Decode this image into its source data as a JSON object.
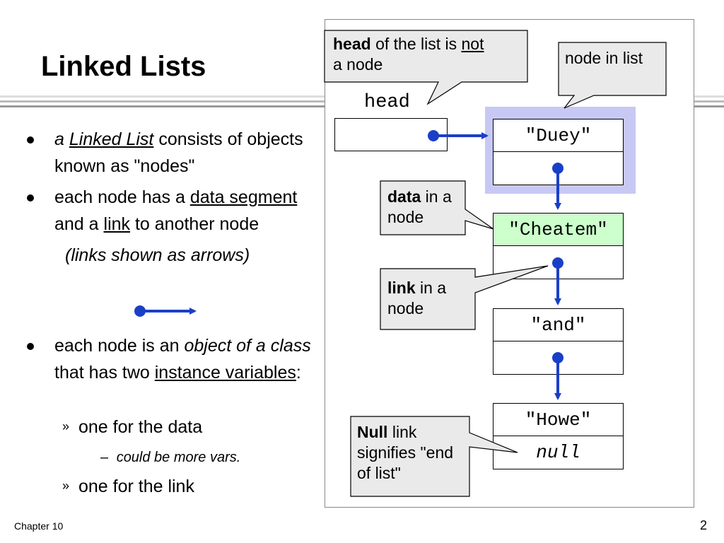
{
  "slide": {
    "title": "Linked Lists",
    "footer_left": "Chapter 10",
    "page_number": "2"
  },
  "bullets": [
    {
      "prefix_italic": "a",
      "link": "Linked List",
      "rest": " consists of objects known as \"nodes\""
    },
    {
      "text_a": "each node has a ",
      "u_data": "data segment",
      "text_b": " and a ",
      "u_link": "link",
      "text_c": " to another node"
    },
    {
      "note": "(links shown as arrows)"
    },
    {
      "text_a": "each node is an ",
      "ital": "object of a class",
      "text_b": " that has two ",
      "u_iv": "instance variables",
      "text_c": ":"
    }
  ],
  "sub_bullets": [
    {
      "marker": "»",
      "text": "one for the data"
    },
    {
      "marker": "–",
      "text": "could be more vars."
    },
    {
      "marker": "»",
      "text": "one for the link"
    }
  ],
  "diagram": {
    "head_label": "head",
    "nodes": [
      {
        "data": "\"Duey\"",
        "link": ""
      },
      {
        "data": "\"Cheatem\"",
        "link": ""
      },
      {
        "data": "\"and\"",
        "link": ""
      },
      {
        "data": "\"Howe\"",
        "link": "null"
      }
    ],
    "callouts": {
      "head": {
        "bold": "head",
        "rest": " of the list is ",
        "under": "not",
        "tail": "a node"
      },
      "node_in_list": {
        "text": "node in list"
      },
      "data": {
        "bold": "data",
        "rest": " in a node"
      },
      "link": {
        "bold": "link",
        "rest": " in a node"
      },
      "null": {
        "bold": "Null",
        "rest": " link signifies \"end of list\""
      }
    },
    "colors": {
      "arrow": "#1a3fc7",
      "highlight": "#c8c8f5",
      "cheatem_fill": "#ccffcc",
      "callout_fill": "#eaeaea"
    }
  }
}
